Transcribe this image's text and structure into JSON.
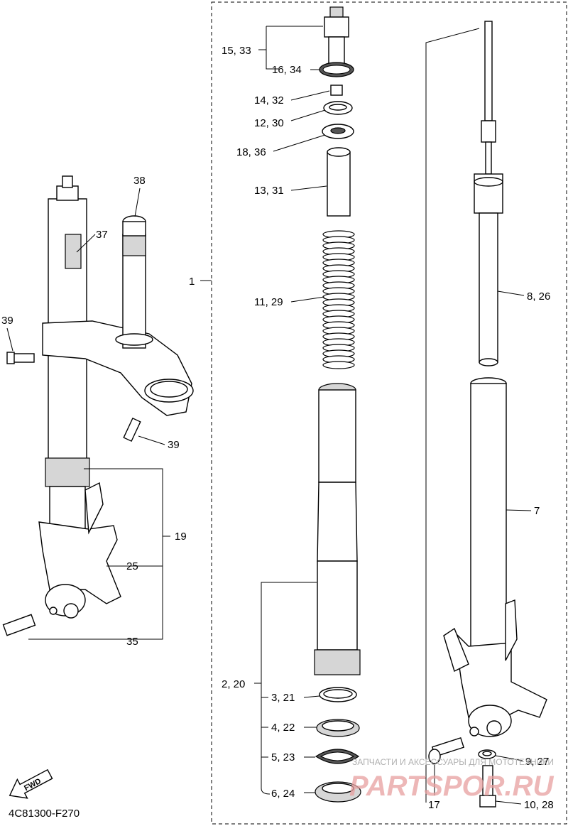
{
  "labels": {
    "l15_33": "15, 33",
    "l16_34": "16, 34",
    "l14_32": "14, 32",
    "l12_30": "12, 30",
    "l18_36": "18, 36",
    "l13_31": "13, 31",
    "l11_29": "11, 29",
    "l8_26": "8, 26",
    "l7": "7",
    "l1": "1",
    "l38": "38",
    "l37": "37",
    "l39a": "39",
    "l39b": "39",
    "l19": "19",
    "l25": "25",
    "l35": "35",
    "l2_20": "2, 20",
    "l3_21": "3, 21",
    "l4_22": "4, 22",
    "l5_23": "5, 23",
    "l6_24": "6, 24",
    "l9_27": "9, 27",
    "l10_28": "10, 28",
    "l17": "17"
  },
  "fwd": "FWD",
  "code": "4C81300-F270",
  "watermark": {
    "subtitle": "ЗАПЧАСТИ И АКСЕССУАРЫ ДЛЯ МОТОТЕХНИКИ",
    "brand": "PARTSPOR.RU"
  }
}
